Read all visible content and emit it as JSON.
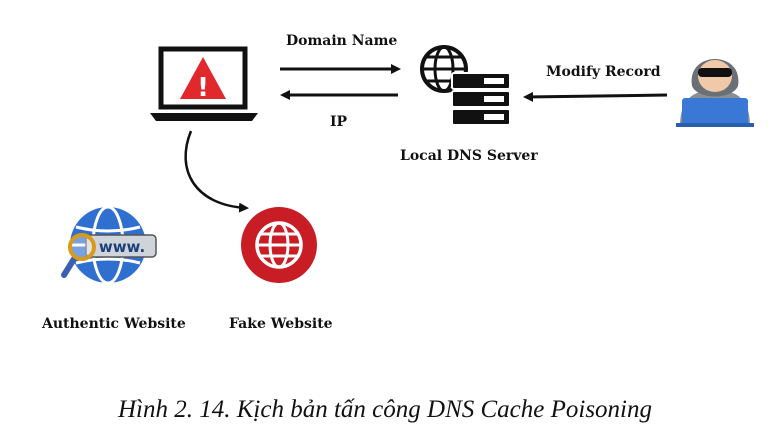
{
  "labels": {
    "domain_name": "Domain Name",
    "ip": "IP",
    "local_dns_server": "Local DNS Server",
    "modify_record": "Modify Record",
    "authentic_website": "Authentic Website",
    "fake_website": "Fake Website"
  },
  "caption": "Hình 2. 14. Kịch bản tấn công DNS Cache Poisoning",
  "icons": {
    "victim": "laptop-warning-icon",
    "dns": "dns-server-icon",
    "attacker": "hacker-icon",
    "authentic": "www-globe-magnifier-icon",
    "fake": "red-globe-icon",
    "warning_glyph": "!",
    "www_text": "www."
  },
  "colors": {
    "warning_red": "#e0282d",
    "fake_site_red": "#c81d24",
    "globe_blue": "#2f6fd0",
    "attacker_blue": "#3a78d6",
    "stroke": "#111111"
  }
}
